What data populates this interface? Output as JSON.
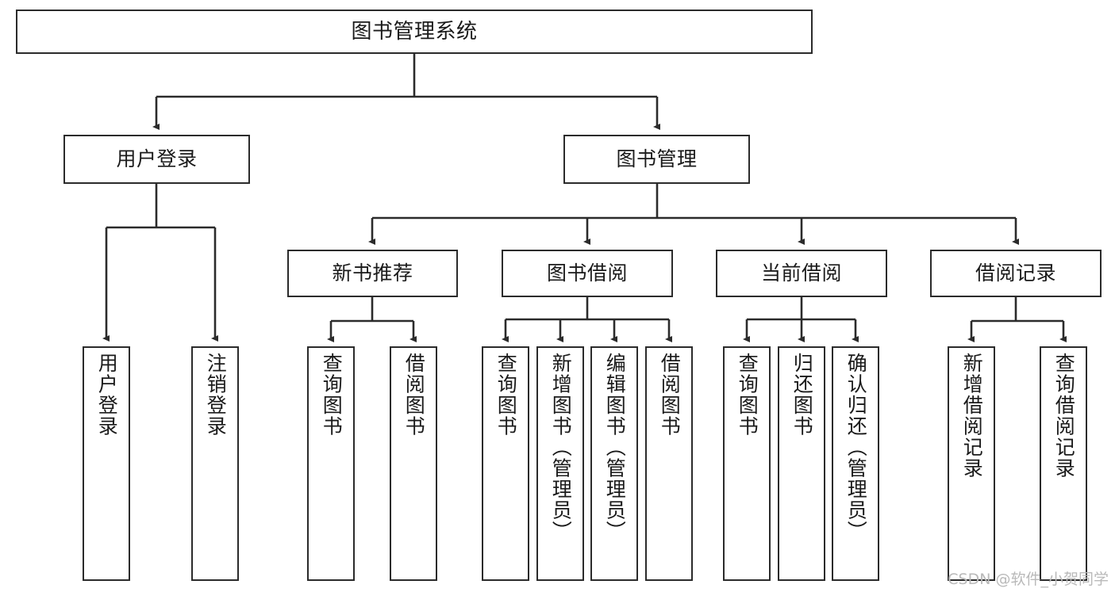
{
  "diagram": {
    "title": "图书管理系统",
    "type": "tree-hierarchy-chart",
    "line_color": "#2b2b2b",
    "box_fill": "#ffffff",
    "text_color": "#1a1a1a"
  },
  "nodes": {
    "root": {
      "label": "图书管理系统"
    },
    "level2": [
      {
        "id": "user-login",
        "label": "用户登录"
      },
      {
        "id": "book-manage",
        "label": "图书管理"
      }
    ],
    "level3": [
      {
        "id": "new-book-recommend",
        "label": "新书推荐"
      },
      {
        "id": "book-borrow",
        "label": "图书借阅"
      },
      {
        "id": "current-borrow",
        "label": "当前借阅"
      },
      {
        "id": "borrow-record",
        "label": "借阅记录"
      }
    ],
    "leaves": [
      {
        "id": "leaf-user-login",
        "label": "用户登录",
        "parent": "user-login"
      },
      {
        "id": "leaf-user-logout",
        "label": "注销登录",
        "parent": "user-login"
      },
      {
        "id": "leaf-query-book-1",
        "label": "查询图书",
        "parent": "new-book-recommend"
      },
      {
        "id": "leaf-borrow-book-1",
        "label": "借阅图书",
        "parent": "new-book-recommend"
      },
      {
        "id": "leaf-query-book-2",
        "label": "查询图书",
        "parent": "book-borrow"
      },
      {
        "id": "leaf-add-book",
        "label": "新增图书（管理员）",
        "parent": "book-borrow"
      },
      {
        "id": "leaf-edit-book",
        "label": "编辑图书（管理员）",
        "parent": "book-borrow"
      },
      {
        "id": "leaf-borrow-book-2",
        "label": "借阅图书",
        "parent": "book-borrow"
      },
      {
        "id": "leaf-query-book-3",
        "label": "查询图书",
        "parent": "current-borrow"
      },
      {
        "id": "leaf-return-book",
        "label": "归还图书",
        "parent": "current-borrow"
      },
      {
        "id": "leaf-confirm-return",
        "label": "确认归还（管理员）",
        "parent": "current-borrow"
      },
      {
        "id": "leaf-add-record",
        "label": "新增借阅记录",
        "parent": "borrow-record"
      },
      {
        "id": "leaf-query-record",
        "label": "查询借阅记录",
        "parent": "borrow-record"
      }
    ]
  },
  "watermark": {
    "text": "CSDN @软件_小贺同学"
  }
}
